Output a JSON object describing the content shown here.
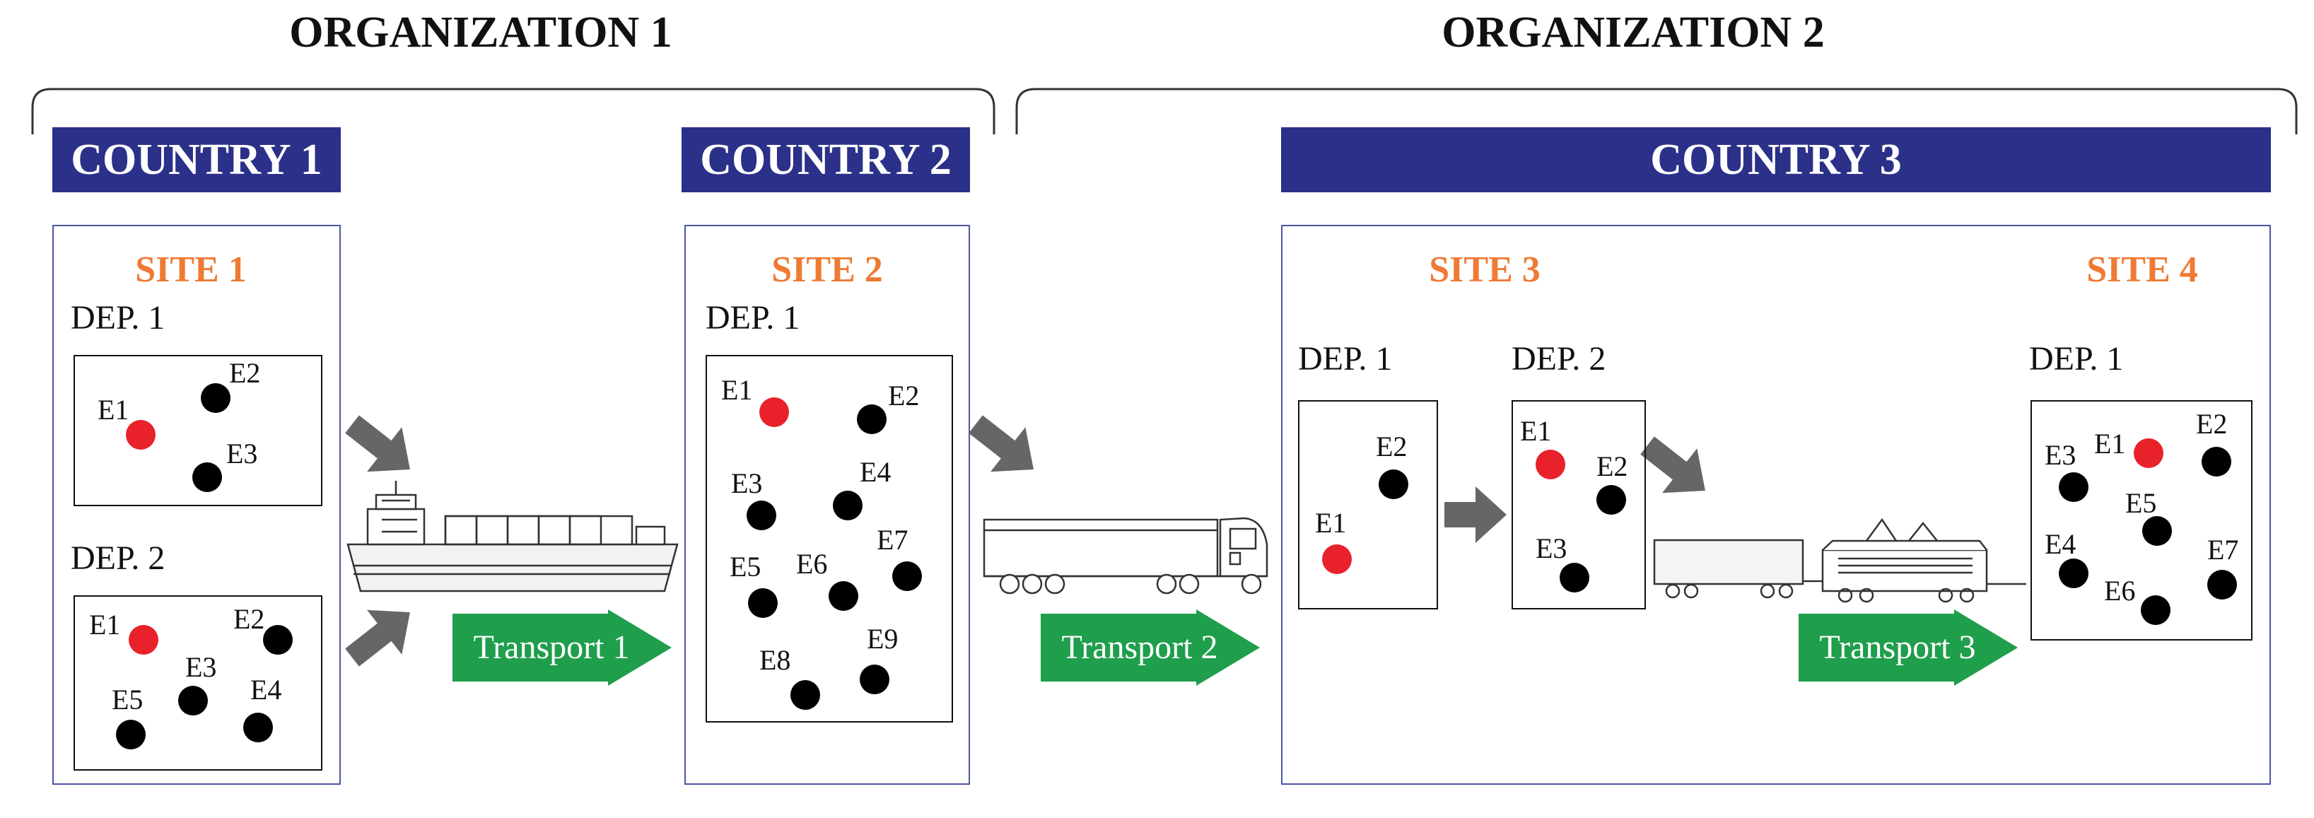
{
  "organizations": [
    {
      "label": "ORGANIZATION 1"
    },
    {
      "label": "ORGANIZATION 2"
    }
  ],
  "countries": [
    {
      "label": "COUNTRY 1"
    },
    {
      "label": "COUNTRY 2"
    },
    {
      "label": "COUNTRY 3"
    }
  ],
  "sites": [
    {
      "label": "SITE 1",
      "departments": [
        {
          "label": "DEP. 1",
          "equipment": [
            {
              "label": "E1",
              "status": "red"
            },
            {
              "label": "E2",
              "status": "black"
            },
            {
              "label": "E3",
              "status": "black"
            }
          ]
        },
        {
          "label": "DEP. 2",
          "equipment": [
            {
              "label": "E1",
              "status": "red"
            },
            {
              "label": "E2",
              "status": "black"
            },
            {
              "label": "E3",
              "status": "black"
            },
            {
              "label": "E4",
              "status": "black"
            },
            {
              "label": "E5",
              "status": "black"
            }
          ]
        }
      ]
    },
    {
      "label": "SITE 2",
      "departments": [
        {
          "label": "DEP. 1",
          "equipment": [
            {
              "label": "E1",
              "status": "red"
            },
            {
              "label": "E2",
              "status": "black"
            },
            {
              "label": "E3",
              "status": "black"
            },
            {
              "label": "E4",
              "status": "black"
            },
            {
              "label": "E5",
              "status": "black"
            },
            {
              "label": "E6",
              "status": "black"
            },
            {
              "label": "E7",
              "status": "black"
            },
            {
              "label": "E8",
              "status": "black"
            },
            {
              "label": "E9",
              "status": "black"
            }
          ]
        }
      ]
    },
    {
      "label": "SITE 3",
      "departments": [
        {
          "label": "DEP. 1",
          "equipment": [
            {
              "label": "E1",
              "status": "red"
            },
            {
              "label": "E2",
              "status": "black"
            }
          ]
        },
        {
          "label": "DEP. 2",
          "equipment": [
            {
              "label": "E1",
              "status": "red"
            },
            {
              "label": "E2",
              "status": "black"
            },
            {
              "label": "E3",
              "status": "black"
            }
          ]
        }
      ]
    },
    {
      "label": "SITE 4",
      "departments": [
        {
          "label": "DEP. 1",
          "equipment": [
            {
              "label": "E1",
              "status": "red"
            },
            {
              "label": "E2",
              "status": "black"
            },
            {
              "label": "E3",
              "status": "black"
            },
            {
              "label": "E4",
              "status": "black"
            },
            {
              "label": "E5",
              "status": "black"
            },
            {
              "label": "E6",
              "status": "black"
            },
            {
              "label": "E7",
              "status": "black"
            }
          ]
        }
      ]
    }
  ],
  "transports": [
    {
      "label": "Transport 1",
      "vehicle": "ship-icon"
    },
    {
      "label": "Transport 2",
      "vehicle": "truck-icon"
    },
    {
      "label": "Transport 3",
      "vehicle": "train-icon"
    }
  ],
  "colors": {
    "country_fill": "#2b3088",
    "site_label": "#ef7a34",
    "frame_border": "#4d56a4",
    "transport_arrow": "#1f9e4b",
    "flow_arrow": "#666666",
    "equipment_red": "#e8212b",
    "equipment_black": "#000000"
  }
}
